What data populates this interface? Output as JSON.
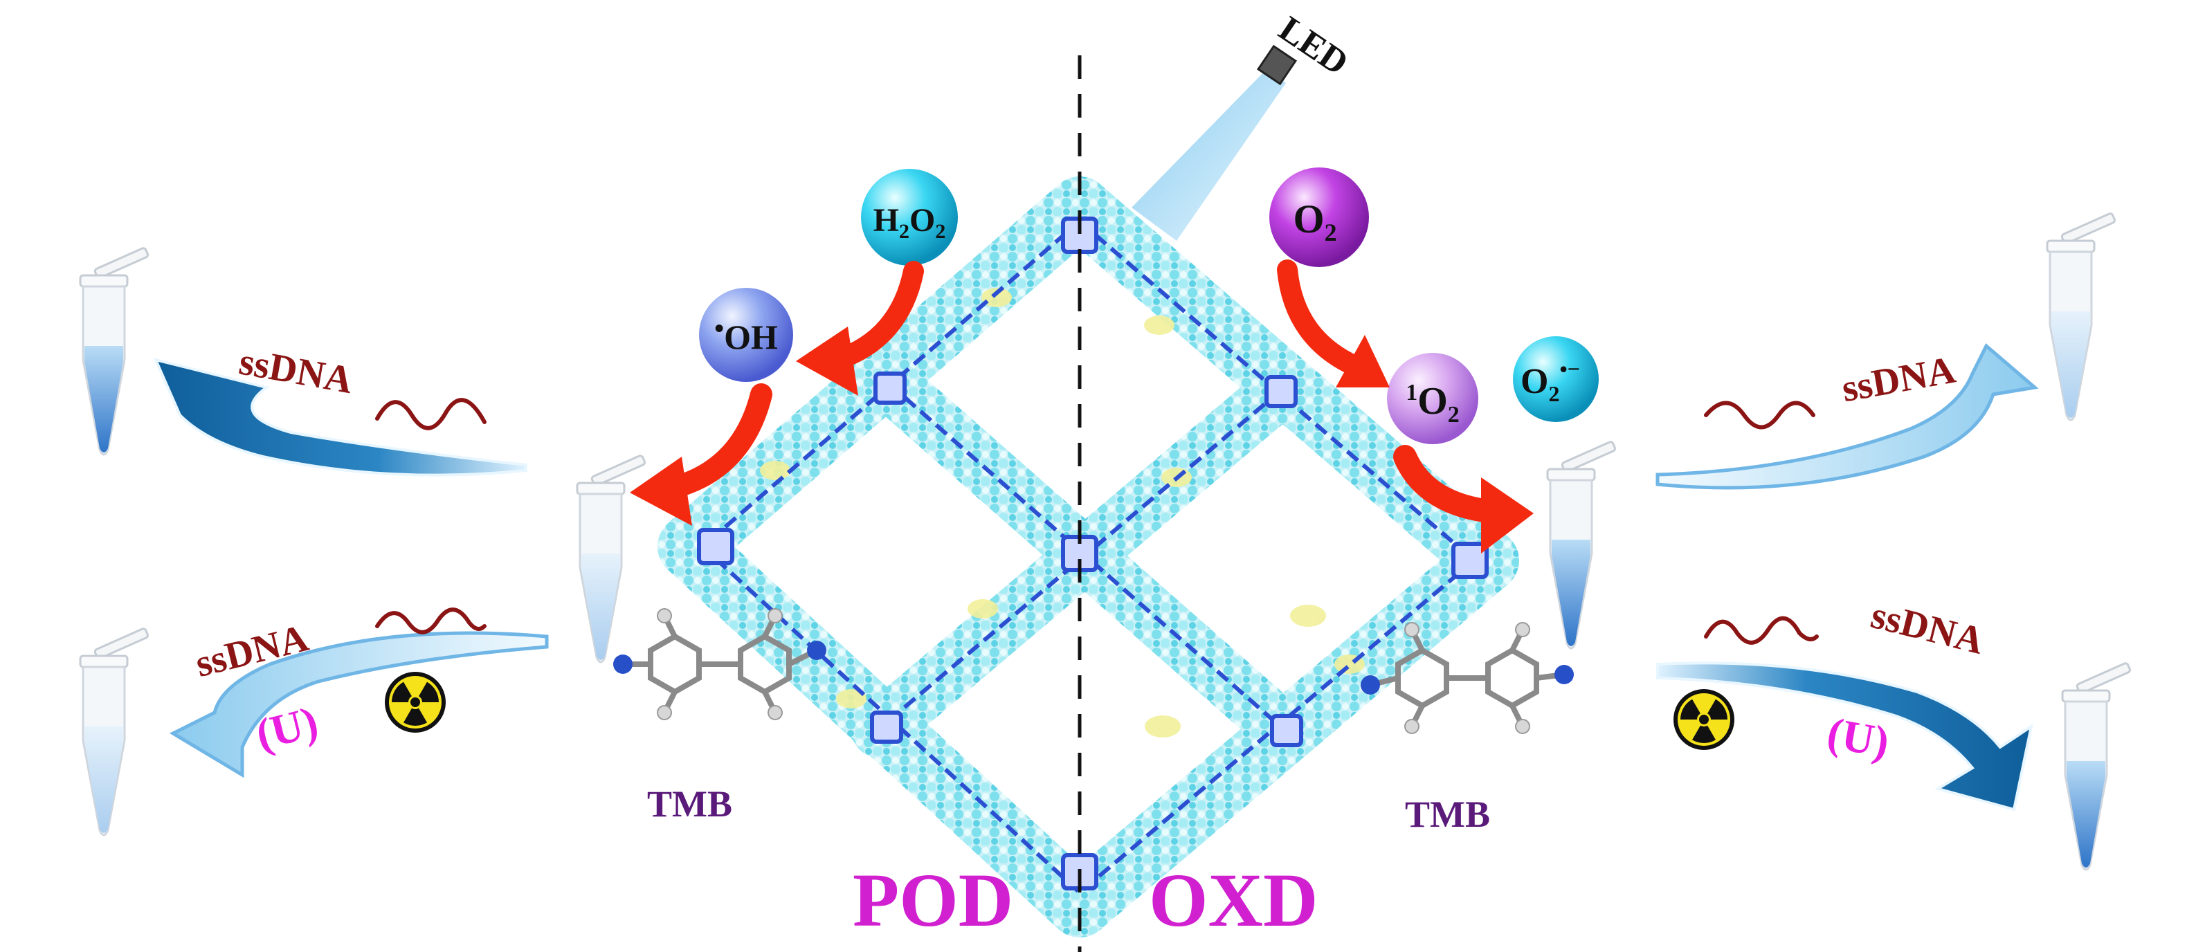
{
  "labels": {
    "led": "LED",
    "h2o2": {
      "base": "H",
      "sub1": "2",
      "mid": "O",
      "sub2": "2"
    },
    "oh": {
      "dot": "•",
      "text": "OH"
    },
    "o2": {
      "base": "O",
      "sub": "2"
    },
    "singlet_o2": {
      "sup": "1",
      "base": "O",
      "sub": "2"
    },
    "superoxide": {
      "base": "O",
      "sub": "2",
      "sup": "•−"
    },
    "ssdna": "ssDNA",
    "uranium": "(U)",
    "tmb": "TMB",
    "pod": "POD",
    "oxd": "OXD"
  },
  "colors": {
    "red_arrow": "#f42a10",
    "dark_red_text": "#8b1414",
    "magenta": "#d020d0",
    "purple_text": "#5a1a7a",
    "framework_cyan": "#7ee0ec",
    "framework_blue": "#2b4fd0",
    "tube_liquid": "#4d8fdc",
    "sphere_cyan": "#22c9ea",
    "sphere_purple": "#b530d8",
    "sphere_blue": "#6a7be0"
  },
  "icons": {
    "radiation": "radiation-icon",
    "tube": "microtube-icon",
    "led": "led-lamp-icon"
  }
}
